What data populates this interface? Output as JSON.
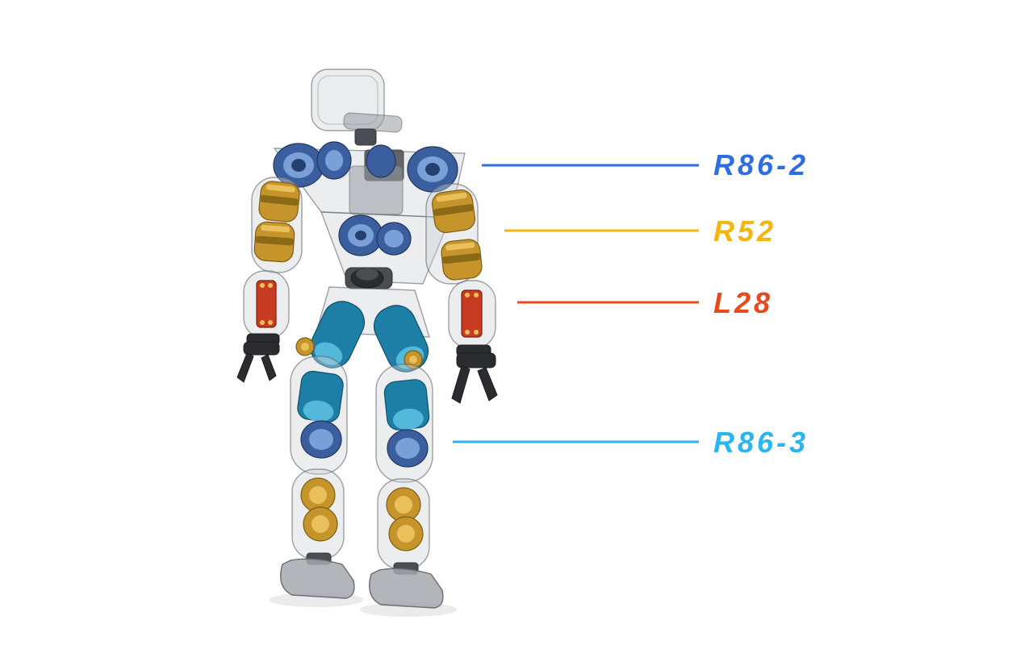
{
  "figure": {
    "background": "#ffffff",
    "subject": "transparent humanoid robot render with actuator callouts"
  },
  "robot": {
    "illustration_name": "humanoid-robot-actuator-cutaway",
    "palette": {
      "shell": "rgba(205,209,214,0.40)",
      "blue_actuator": "#3b5f9e",
      "teal_actuator": "#1d7fa6",
      "gold_actuator": "#c5952c",
      "red_actuator": "#c63b22"
    }
  },
  "callouts": [
    {
      "text": "R86-2",
      "color": "#2e6ee0"
    },
    {
      "text": "R52",
      "color": "#f6b40e"
    },
    {
      "text": "L28",
      "color": "#e8491d"
    },
    {
      "text": "R86-3",
      "color": "#29b6f0"
    }
  ]
}
